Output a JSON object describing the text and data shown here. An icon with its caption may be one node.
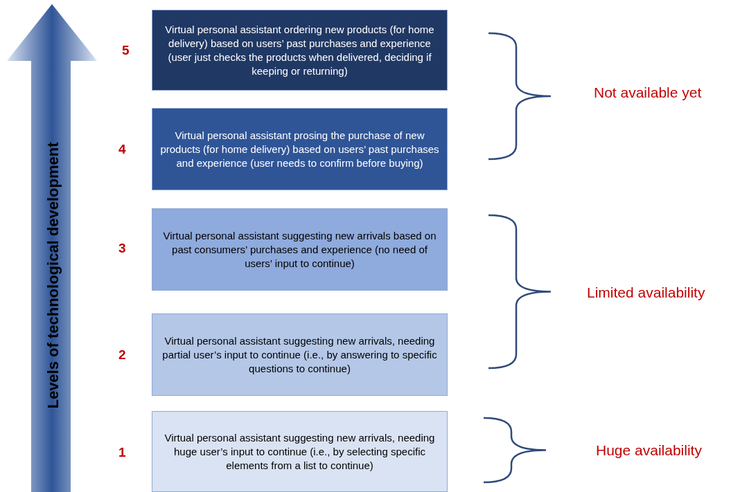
{
  "diagram": {
    "nodes": [
      {
        "text": [
          "Virtual personal assistant ordering new products (for home delivery) based on users’ past purchases and experience (user just checks the products when delivered, deciding if keeping or returning)"
        ],
        "beside": [
          "5"
        ]
      },
      {
        "text": [
          "Virtual personal assistant prosing the purchase of new products (for home delivery) based on users’ past purchases and experience (user needs to confirm before buying)"
        ],
        "beside": [
          "4"
        ]
      },
      {
        "text": [
          "Virtual personal assistant suggesting new arrivals based on past consumers’ purchases and experience (no need of users’ input to continue)"
        ],
        "beside": [
          "3"
        ]
      },
      {
        "text": [
          "Virtual personal assistant suggesting new arrivals, needing partial user’s input to continue (i.e., by answering to specific questions to continue)"
        ],
        "beside": [
          "2"
        ]
      },
      {
        "text": [
          "Virtual personal assistant suggesting new arrivals, needing huge user’s input to continue (i.e., by selecting specific elements from a list to continue)"
        ],
        "beside": [
          "1"
        ]
      }
    ],
    "labels": [
      "Levels of technological development",
      "Not available yet",
      "Limited availability",
      "Huge availability"
    ]
  }
}
